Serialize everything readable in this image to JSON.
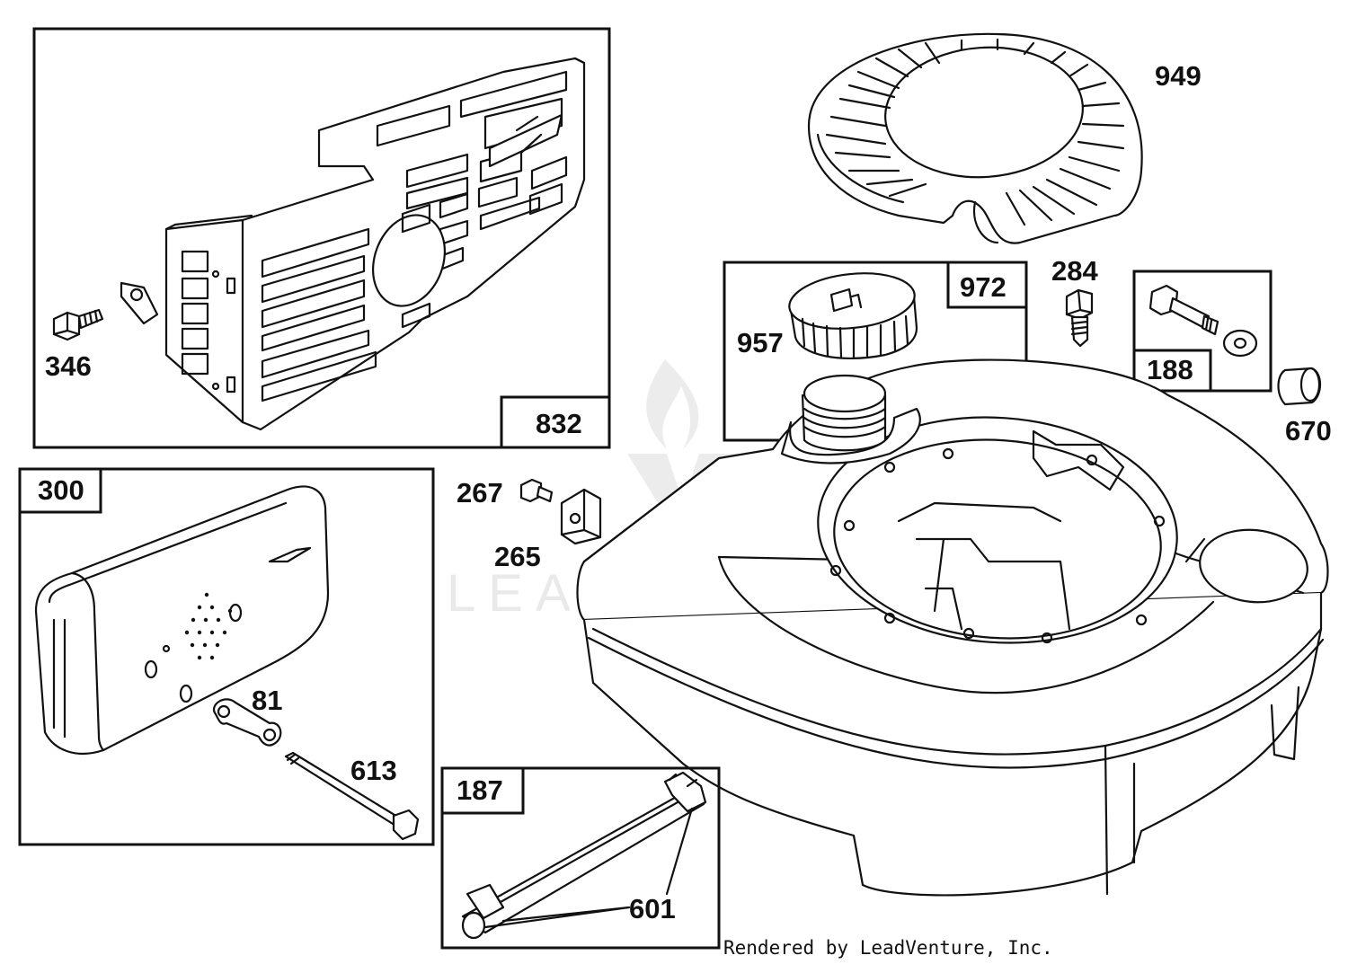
{
  "labels": {
    "p832": "832",
    "p346": "346",
    "p949": "949",
    "p972": "972",
    "p957": "957",
    "p284": "284",
    "p188": "188",
    "p670": "670",
    "p300": "300",
    "p267": "267",
    "p265": "265",
    "p81": "81",
    "p613": "613",
    "p187": "187",
    "p601": "601"
  },
  "watermark": {
    "text": "LEADVENTURE"
  },
  "credit": "Rendered by LeadVenture, Inc.",
  "colors": {
    "ink": "#111111",
    "background": "#ffffff",
    "watermark": "#e9e9e9"
  }
}
